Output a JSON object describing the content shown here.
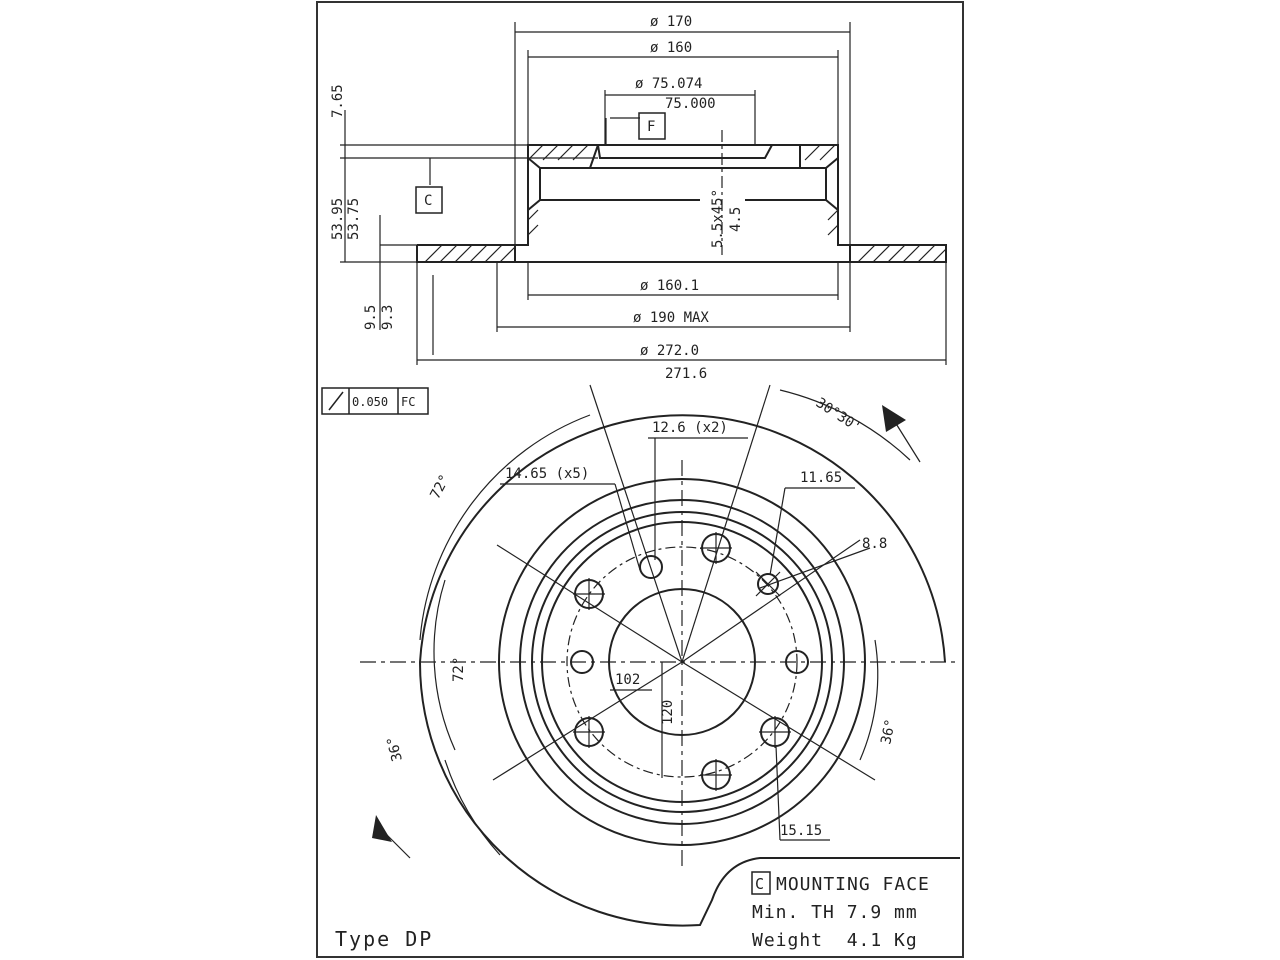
{
  "section_view": {
    "dia_170": "ø 170",
    "dia_160": "ø 160",
    "dia_75074": "ø 75.074",
    "val_75000": "75.000",
    "datum_f": "F",
    "datum_c": "C",
    "h_765": "7.65",
    "h_5395": "53.95",
    "h_5375": "53.75",
    "t_95": "9.5",
    "t_93": "9.3",
    "chamfer": "5.5x45°",
    "v_45": "4.5",
    "dia_1601": "ø 160.1",
    "dia_190": "ø 190 MAX",
    "dia_2720": "ø 272.0",
    "val_2716": "271.6",
    "tol_value": "0.050",
    "tol_ref": "FC"
  },
  "face_view": {
    "angle_3030": "30°30'",
    "holes_126": "12.6 (x2)",
    "holes_1465": "14.65 (x5)",
    "d_1165": "11.65",
    "d_88": "8.8",
    "ang_72a": "72°",
    "ang_72b": "72°",
    "ang_36a": "36°",
    "ang_36b": "36°",
    "d_102": "102",
    "d_120": "120",
    "d_1515": "15.15"
  },
  "notes": {
    "mount_box": "C",
    "mount_text": "MOUNTING FACE",
    "min_th": "Min. TH 7.9 mm",
    "weight": "Weight  4.1 Kg",
    "type": "Type DP"
  }
}
